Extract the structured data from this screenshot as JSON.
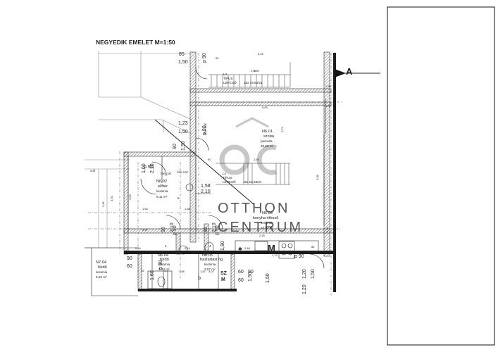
{
  "plan": {
    "title": "NEGYEDIK EMELET M=1:50",
    "section_marker": "A",
    "watermark": {
      "line1": "OTTHON",
      "line2": "CENTRUM"
    },
    "rooms": [
      {
        "id": "n601",
        "code": "N6.01",
        "name": "szoba",
        "floor": "parketta",
        "area": "25,58 m²"
      },
      {
        "id": "n602",
        "code": "N6.02",
        "name": "előtér",
        "floor": "kerámia",
        "area": "9,11 m²"
      },
      {
        "id": "n603",
        "code": "N6.03",
        "name": "konyha-étkező",
        "floor": "kerámia",
        "area": "10,83 m²"
      },
      {
        "id": "n604",
        "code": "N6.04",
        "name": "fürdő",
        "floor": "kerámia",
        "area": "4,74 m²"
      },
      {
        "id": "n605",
        "code": "N6.05",
        "name": "háztartási hg",
        "floor": "kerámia",
        "area": "3,07 m²"
      },
      {
        "id": "n704",
        "code": "N7.04",
        "name": "fürdő",
        "floor": "kerámia",
        "area": "5,25 m²"
      }
    ],
    "stairs": [
      {
        "id": "top",
        "type_l4": "L4",
        "type_tipus": "TÍPUS",
        "type_lepcso": "LÉPCSŐ",
        "spec": "15x 19,53/21",
        "length": "2,94"
      },
      {
        "id": "mid",
        "type_l4": "L4",
        "type_tipus": "TÍPUS",
        "type_lepcso": "LÉPCSŐ",
        "spec": "15x 19,53/21",
        "length": "2,94"
      }
    ],
    "labels": {
      "fan_coil_1": "fan coil",
      "fan_coil_2": "fan coil",
      "fan_coil_3": "fan coil",
      "coil_left": "coil",
      "stove_m": "M",
      "sz_label": "SZ",
      "m_label": "M",
      "b_label": "b",
      "ck4a": "4",
      "ck4b": "4",
      "ck5": "5",
      "opening_1": "p 90",
      "opening_2": "p 90",
      "opening_3": "p 90",
      "opening_4": "p 90",
      "opening_5": "p 90",
      "opening_6": "p 90",
      "opening_7": "p 90"
    },
    "dimensions": {
      "d85": "85",
      "d150a": "1,50",
      "d123": "1,23",
      "d150b": "1,50",
      "d90a": "90",
      "d150c": "1,50",
      "d100": "1,00",
      "d210a": "2,10",
      "d158": "1,58",
      "d210b": "2,10",
      "d90b": "90",
      "d210c": "2,10",
      "d90c": "90",
      "d210d": "2,10",
      "d90d": "90",
      "d60a": "60",
      "d150d": "1,50",
      "d60b": "60",
      "d150e": "1,50",
      "d120a": "1,20",
      "d150f": "1,50",
      "d120b": "1,20",
      "d90e": "90",
      "d60c": "60",
      "d1601": "1,60",
      "d190": "1,90",
      "s526": "5,26",
      "s563": "5,63",
      "s294": "2,94",
      "s306": "3,06",
      "s164": "1,64",
      "s168": "1,68",
      "s297": "2,97",
      "s264": "2,64",
      "s214": "2,14",
      "s226": "2,26",
      "s187": "1,87",
      "s307": "3,07",
      "s188": "1,88",
      "s248": "2,48",
      "s274": "2,74",
      "s508": "5,08",
      "s345": "3,45",
      "s301": "3,01",
      "s266": "2,66",
      "s100": "1,00",
      "s136": "1,36",
      "s90": "90",
      "s86": "86",
      "s25": "25",
      "s113": "1,13"
    }
  }
}
